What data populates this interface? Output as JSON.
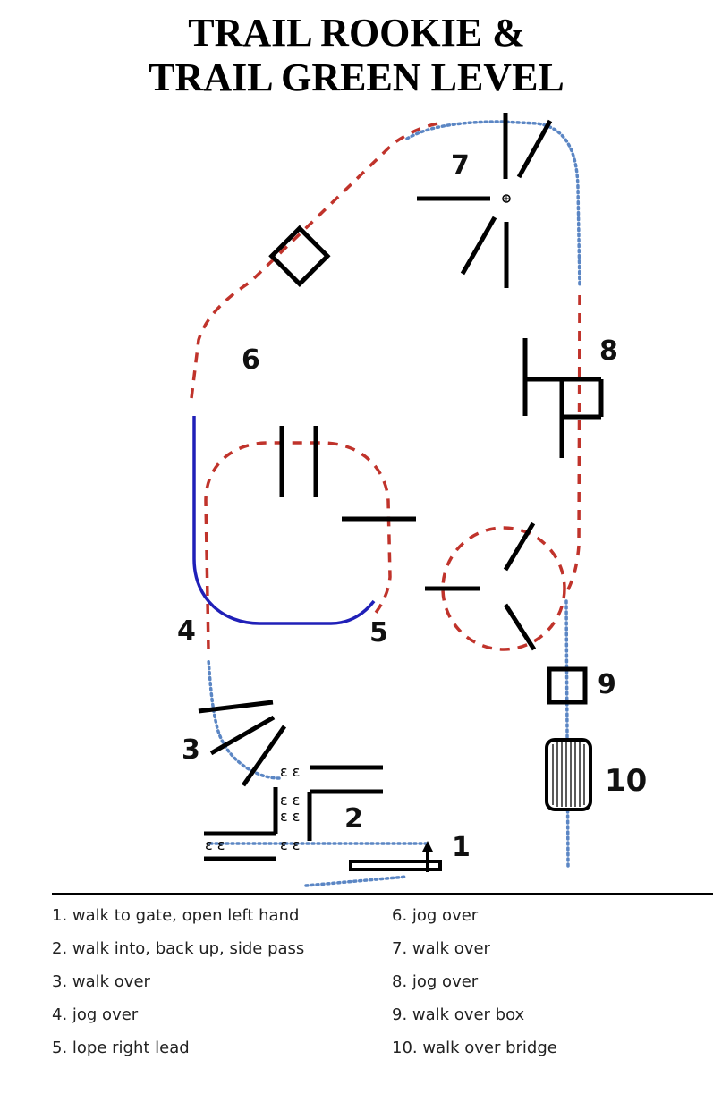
{
  "title": {
    "line1": "TRAIL ROOKIE &",
    "line2": "TRAIL GREEN LEVEL"
  },
  "labels": {
    "n1": "1",
    "n2": "2",
    "n3": "3",
    "n4": "4",
    "n5": "5",
    "n6": "6",
    "n7": "7",
    "n8": "8",
    "n9": "9",
    "n10": "10"
  },
  "legend": {
    "left": [
      "1.  walk to gate, open left hand",
      "2.  walk  into, back up, side pass",
      "3.  walk over",
      "4.  jog over",
      "5.  lope right lead"
    ],
    "right": [
      "6.  jog over",
      "7.  walk over",
      "8.  jog over",
      "9.  walk over box",
      "10.  walk over bridge"
    ]
  },
  "colors": {
    "walk_path": "#5b86c4",
    "jog_path": "#c0332b",
    "lope_path": "#2020b8",
    "obstacle": "#000000"
  }
}
